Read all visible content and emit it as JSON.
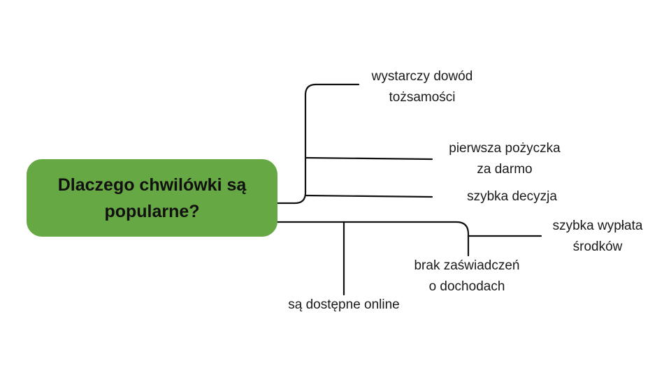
{
  "colors": {
    "central_fill": "#66a843",
    "line": "#111111",
    "text": "#1a1a1a"
  },
  "central": {
    "line1": "Dlaczego chwilówki są",
    "line2": "popularne?"
  },
  "branches": {
    "b1": {
      "line1": "wystarczy dowód",
      "line2": "tożsamości"
    },
    "b2": {
      "line1": "pierwsza pożyczka",
      "line2": "za darmo"
    },
    "b3": {
      "line1": "szybka decyzja"
    },
    "b4": {
      "line1": "szybka wypłata",
      "line2": "środków"
    },
    "b5": {
      "line1": "brak zaświadczeń",
      "line2": "o dochodach"
    },
    "b6": {
      "line1": "są dostępne online"
    }
  }
}
